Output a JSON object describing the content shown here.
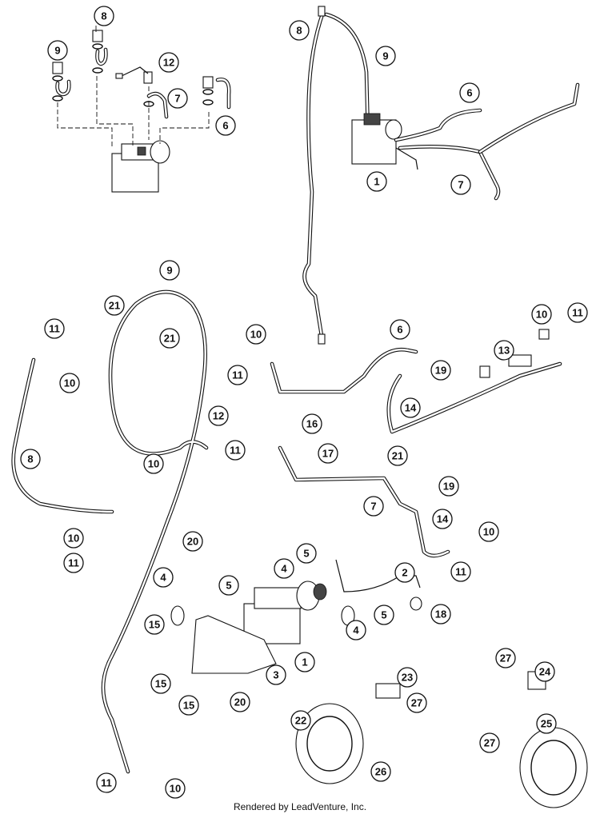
{
  "footer": "Rendered by LeadVenture, Inc.",
  "colors": {
    "line": "#111111",
    "background": "#ffffff"
  },
  "callouts": [
    "8",
    "9",
    "12",
    "7",
    "6",
    "8",
    "9",
    "6",
    "1",
    "7",
    "9",
    "21",
    "11",
    "10",
    "21",
    "10",
    "11",
    "6",
    "19",
    "13",
    "10",
    "11",
    "14",
    "12",
    "16",
    "11",
    "10",
    "17",
    "21",
    "8",
    "7",
    "19",
    "14",
    "10",
    "11",
    "10",
    "11",
    "20",
    "5",
    "4",
    "2",
    "5",
    "4",
    "15",
    "18",
    "5",
    "4",
    "1",
    "3",
    "15",
    "15",
    "20",
    "23",
    "27",
    "27",
    "24",
    "22",
    "25",
    "27",
    "26",
    "11",
    "10"
  ]
}
